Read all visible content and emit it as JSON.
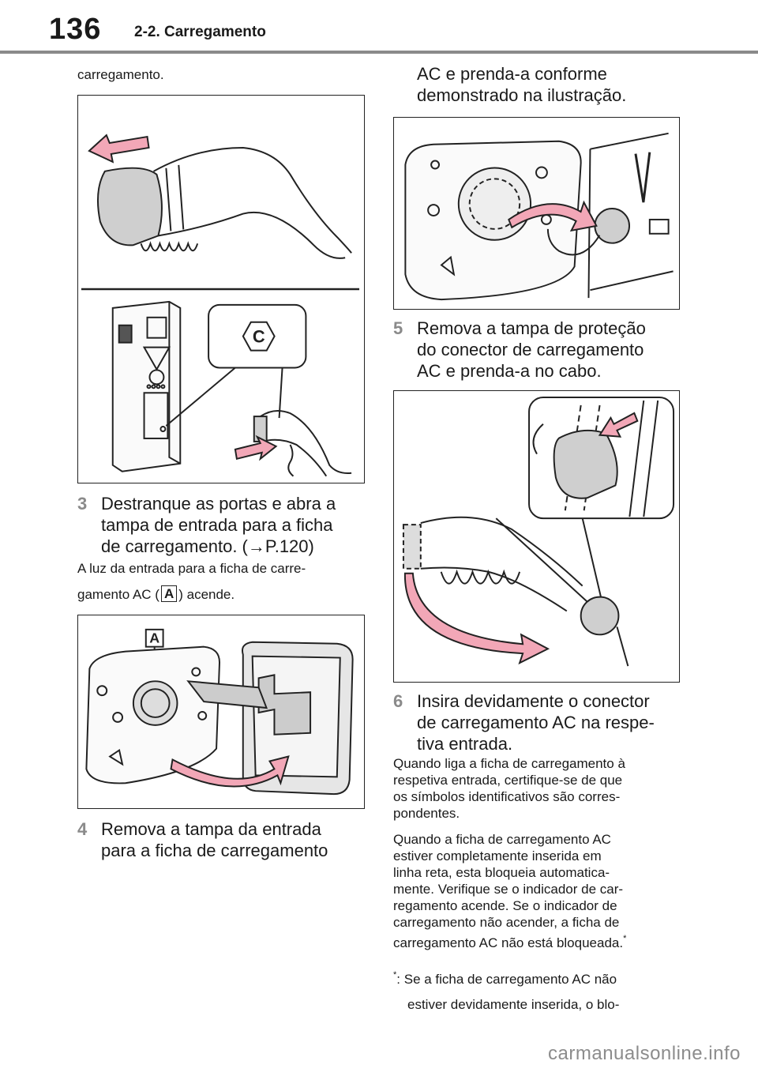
{
  "header": {
    "page_number": "136",
    "section": "2-2. Carregamento"
  },
  "left_column": {
    "continuation": "carregamento.",
    "figure_plug": {
      "label_c": "C"
    },
    "step3": {
      "number": "3",
      "lines": [
        "Destranque as portas e abra a",
        "tampa de entrada para a ficha",
        "de carregamento. (→P.120)"
      ]
    },
    "note": {
      "line1": "A luz da entrada para a ficha de carre-",
      "line2_before": "gamento AC (",
      "badge": "A",
      "line2_after": ") acende."
    },
    "figure_inlet": {
      "label_a": "A"
    },
    "step4": {
      "number": "4",
      "lines": [
        "Remova a tampa da entrada",
        "para a ficha de carregamento"
      ]
    }
  },
  "right_column": {
    "step4_continued": [
      "AC e prenda-a conforme",
      "demonstrado na ilustração."
    ],
    "step5": {
      "number": "5",
      "lines": [
        "Remova a tampa de proteção",
        "do conector de carregamento",
        "AC e prenda-a no cabo."
      ]
    },
    "step6": {
      "number": "6",
      "lines": [
        "Insira devidamente o conector",
        "de carregamento AC na respe-",
        "tiva entrada."
      ]
    },
    "paragraph1": [
      "Quando liga a ficha de carregamento à",
      "respetiva entrada, certifique-se de que",
      "os símbolos identificativos são corres-",
      "pondentes."
    ],
    "paragraph2": [
      "Quando a ficha de carregamento AC",
      "estiver completamente inserida em",
      "linha reta, esta bloqueia automatica-",
      "mente. Verifique se o indicador de car-",
      "regamento acende. Se o indicador de",
      "carregamento não acender, a ficha de",
      "carregamento AC não está bloqueada."
    ],
    "paragraph2_mark": "*",
    "footnote": {
      "marker": "*",
      "lines": [
        ": Se a ficha de carregamento AC não",
        "estiver devidamente inserida, o blo-"
      ]
    }
  },
  "watermark": "carmanualsonline.info",
  "colors": {
    "accent_pink": "#f2a7b7",
    "rule_gray": "#8a8a8a",
    "step_number": "#8a8a8a"
  }
}
